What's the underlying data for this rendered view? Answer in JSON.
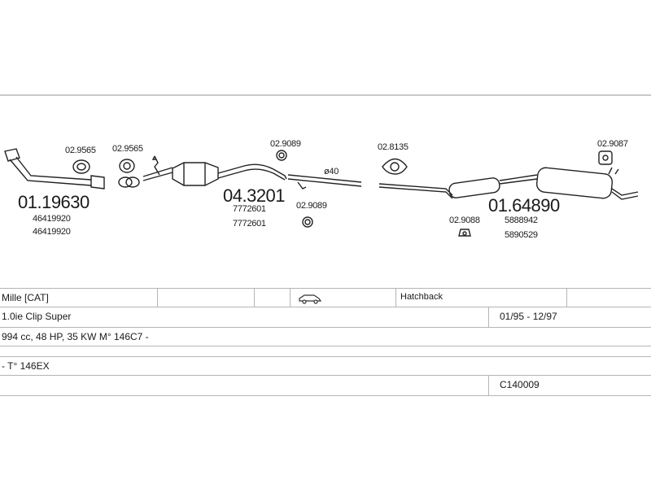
{
  "parts": {
    "front_pipe": {
      "ref": "01.19630",
      "oe": [
        "46419920",
        "46419920"
      ]
    },
    "gasket_1": {
      "ref": "02.9565"
    },
    "gasket_2": {
      "ref": "02.9565"
    },
    "cat_ring": {
      "ref": "02.9089"
    },
    "catalyst": {
      "ref": "04.3201",
      "oe": [
        "7772601",
        "7772601"
      ]
    },
    "cat_ring_2": {
      "ref": "02.9089"
    },
    "diameter": {
      "text": "ø40"
    },
    "clamp": {
      "ref": "02.8135"
    },
    "rear_silencer": {
      "ref": "01.64890",
      "oe": [
        "5888942",
        "5890529"
      ]
    },
    "rubber_mount": {
      "ref": "02.9088"
    },
    "rear_mount": {
      "ref": "02.9087"
    }
  },
  "specs": {
    "model": "Mille  [CAT]",
    "body_type": "Hatchback",
    "body_icon": "car-icon",
    "engine_name": "1.0ie Clip Super",
    "years": "01/95 - 12/97",
    "engine_details": "994 cc, 48 HP, 35 KW M° 146C7 -",
    "type_code": "- T° 146EX",
    "catalog_code": "C140009"
  }
}
